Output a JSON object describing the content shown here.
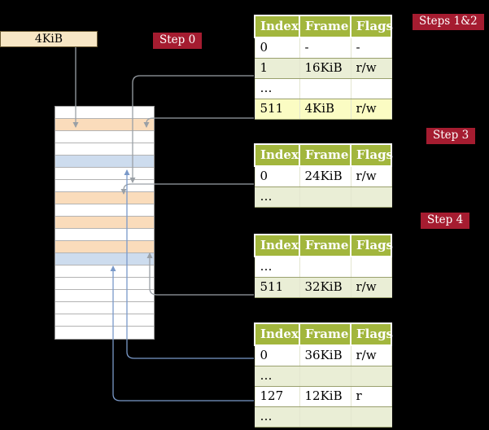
{
  "colors": {
    "background": "#000000",
    "label_red": "#a51c30",
    "header_green": "#a2b63d",
    "row_green": "#eaeed6",
    "row_highlight_yellow": "#fbfcc3",
    "frame_peach": "#fadcbb",
    "frame_blue": "#cddcee",
    "pointer_box_tan": "#f8e7c5",
    "arrow_gray": "#9aa0a6",
    "arrow_blue": "#7a99c9"
  },
  "root_pointer": {
    "label": "4KiB"
  },
  "steps": [
    {
      "text": "Step 0"
    },
    {
      "text": "Steps 1&2"
    },
    {
      "text": "Step 3"
    },
    {
      "text": "Step 4"
    }
  ],
  "memory_column": {
    "rows": [
      "white",
      "peach",
      "white",
      "white",
      "blue",
      "white",
      "white",
      "peach",
      "white",
      "peach",
      "white",
      "peach",
      "blue",
      "white",
      "white",
      "white",
      "white",
      "white",
      "white"
    ]
  },
  "tables": [
    {
      "name": "page-table-level-4",
      "headers": [
        "Index",
        "Frame",
        "Flags"
      ],
      "rows": [
        {
          "index": "0",
          "frame": "-",
          "flags": "-"
        },
        {
          "index": "1",
          "frame": "16KiB",
          "flags": "r/w"
        },
        {
          "index": "…",
          "frame": "",
          "flags": ""
        },
        {
          "index": "511",
          "frame": "4KiB",
          "flags": "r/w"
        }
      ]
    },
    {
      "name": "page-table-level-3",
      "headers": [
        "Index",
        "Frame",
        "Flags"
      ],
      "rows": [
        {
          "index": "0",
          "frame": "24KiB",
          "flags": "r/w"
        },
        {
          "index": "…",
          "frame": "",
          "flags": ""
        }
      ]
    },
    {
      "name": "page-table-level-2",
      "headers": [
        "Index",
        "Frame",
        "Flags"
      ],
      "rows": [
        {
          "index": "…",
          "frame": "",
          "flags": ""
        },
        {
          "index": "511",
          "frame": "32KiB",
          "flags": "r/w"
        }
      ]
    },
    {
      "name": "page-table-level-1",
      "headers": [
        "Index",
        "Frame",
        "Flags"
      ],
      "rows": [
        {
          "index": "0",
          "frame": "36KiB",
          "flags": "r/w"
        },
        {
          "index": "…",
          "frame": "",
          "flags": ""
        },
        {
          "index": "127",
          "frame": "12KiB",
          "flags": "r"
        },
        {
          "index": "…",
          "frame": "",
          "flags": ""
        }
      ]
    }
  ]
}
